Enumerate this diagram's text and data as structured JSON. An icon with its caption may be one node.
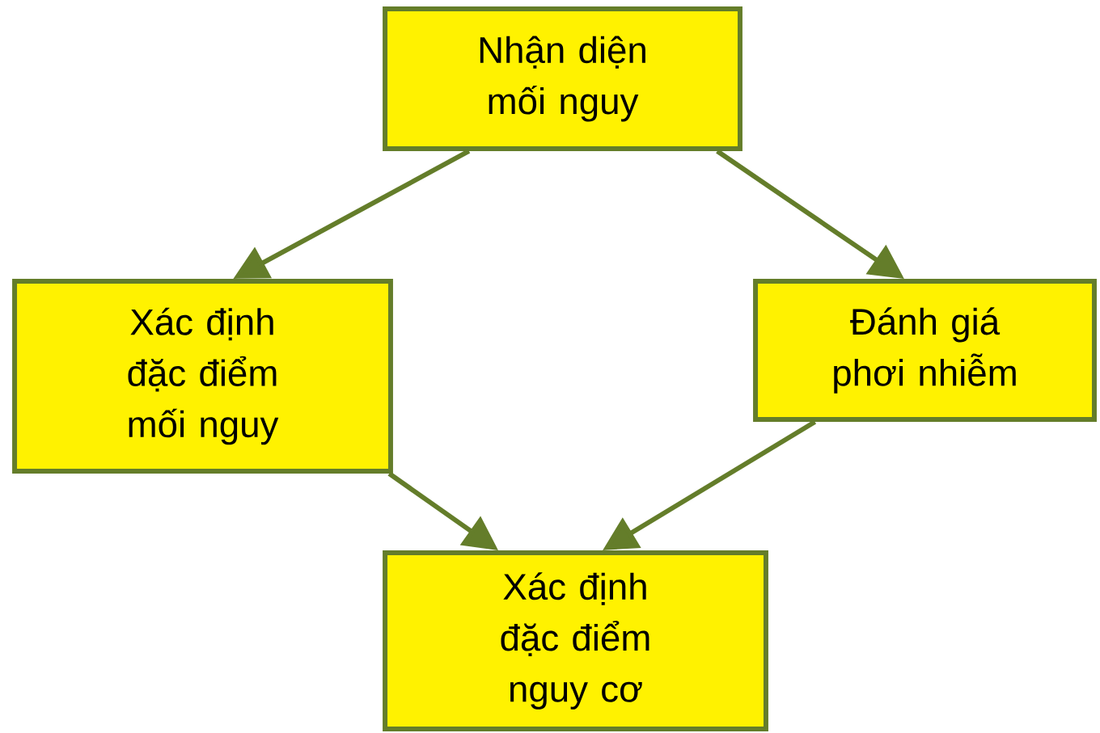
{
  "diagram": {
    "nodes": [
      {
        "text": [
          "Nhận diện mối nguy"
        ]
      },
      {
        "text": [
          "Xác định đặc điểm mối nguy"
        ]
      },
      {
        "text": [
          "Đánh giá phơi nhiễm"
        ]
      },
      {
        "text": [
          "Xác định đặc điểm nguy cơ"
        ]
      }
    ],
    "edges": [
      {
        "from": 0,
        "to": 1,
        "arrow": "to"
      },
      {
        "from": 0,
        "to": 2,
        "arrow": "to"
      },
      {
        "from": 1,
        "to": 3,
        "arrow": "to"
      },
      {
        "from": 2,
        "to": 3,
        "arrow": "to"
      }
    ]
  }
}
